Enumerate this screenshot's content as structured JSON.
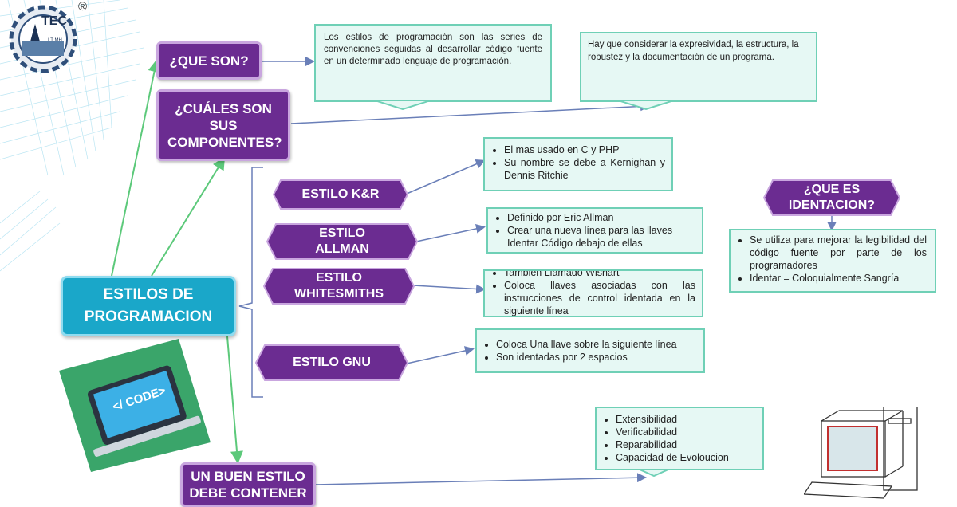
{
  "logo": {
    "text": "TEC",
    "subtext": "I T MH",
    "registered": "®"
  },
  "central": {
    "title": "ESTILOS DE PROGRAMACION"
  },
  "nodes": {
    "que_son": "¿QUE SON?",
    "componentes": "¿CUÁLES SON SUS COMPONENTES?",
    "kr": "ESTILO K&R",
    "allman": "ESTILO ALLMAN",
    "whitesmiths": "ESTILO WHITESMITHS",
    "gnu": "ESTILO GNU",
    "buen_estilo": "UN BUEN ESTILO DEBE CONTENER",
    "identacion": "¿QUE ES IDENTACION?"
  },
  "callouts": {
    "que_son": "Los estilos de programación son las series de convenciones seguidas al desarrollar código fuente en un determinado lenguaje de programación.",
    "componentes": "Hay que considerar la expresividad, la estructura, la robustez y la documentación de un programa.",
    "kr": [
      "El mas usado en C y PHP",
      "Su nombre se debe a Kernighan y Dennis Ritchie"
    ],
    "allman": [
      "Definido por Eric Allman",
      "Crear una nueva línea para las llaves Identar Código debajo de ellas"
    ],
    "whitesmiths": [
      "También Llamado Wishart",
      "Coloca llaves asociadas con las instrucciones de control identada en la siguiente línea"
    ],
    "gnu": [
      "Coloca Una llave sobre la siguiente línea",
      "Son identadas por 2 espacios"
    ],
    "identacion": [
      "Se utiliza para mejorar la legibilidad del código fuente por parte de los programadores",
      "Identar = Coloquialmente Sangría"
    ],
    "buen_estilo": [
      "Extensibilidad",
      "Verificabilidad",
      "Reparabilidad",
      "Capacidad de Evoloucion"
    ]
  },
  "laptop": {
    "screen_text": "</ CODE>"
  },
  "colors": {
    "purple": "#6b2c91",
    "purple_border": "#c9a6df",
    "teal": "#1aa7c9",
    "callout_bg": "#e6f8f4",
    "callout_border": "#6fd0b6",
    "green_arrow": "#5cc97a",
    "blue_arrow": "#6a7fb8",
    "laptop_bg": "#3aa56a"
  }
}
